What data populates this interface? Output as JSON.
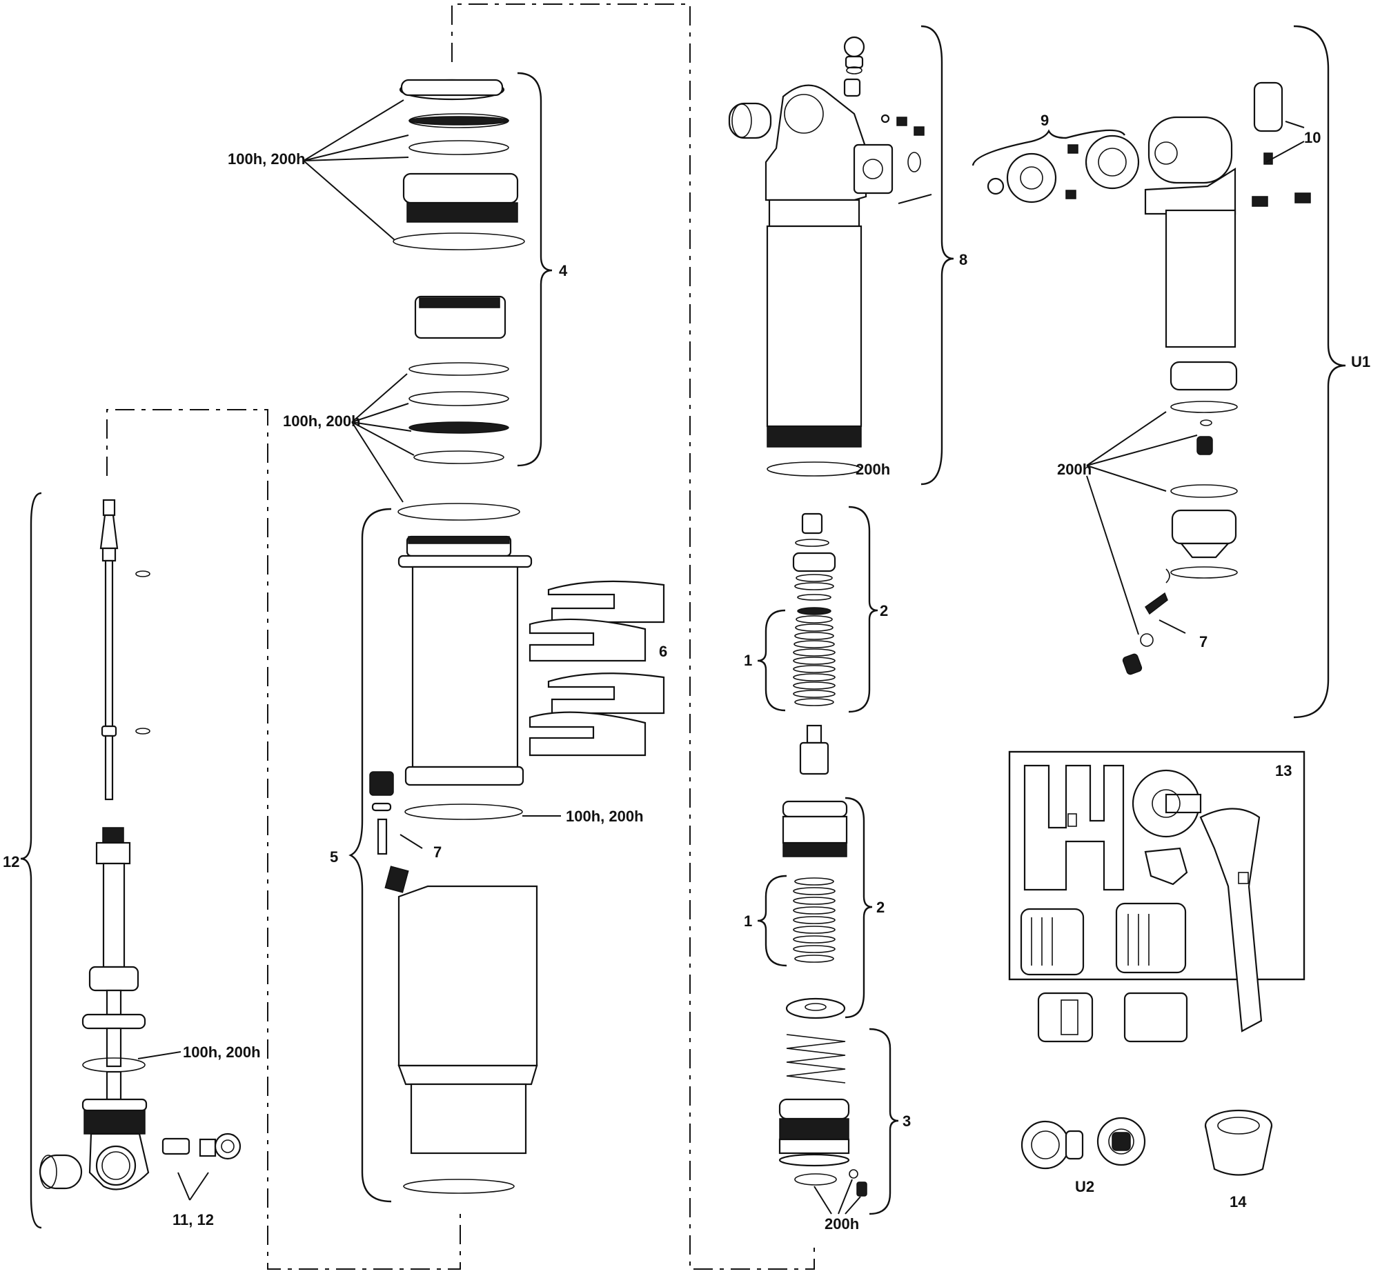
{
  "callouts": {
    "c1a": "1",
    "c1b": "1",
    "c2a": "2",
    "c2b": "2",
    "c3": "3",
    "c4": "4",
    "c5": "5",
    "c6": "6",
    "c7a": "7",
    "c7b": "7",
    "c8": "8",
    "c9": "9",
    "c10": "10",
    "c11_12": "11, 12",
    "c12": "12",
    "c13": "13",
    "c14": "14",
    "cU1": "U1",
    "cU2": "U2"
  },
  "service_notes": {
    "n_top_4": "100h, 200h",
    "n_mid_4": "100h, 200h",
    "n_seal_5": "100h, 200h",
    "n_shaft_12": "100h, 200h",
    "n_body_8": "200h",
    "n_reservoir_U1": "200h",
    "n_spring_3": "200h"
  },
  "colors": {
    "line": "#111111",
    "background": "#ffffff",
    "fill_dark": "#1a1a1a"
  }
}
